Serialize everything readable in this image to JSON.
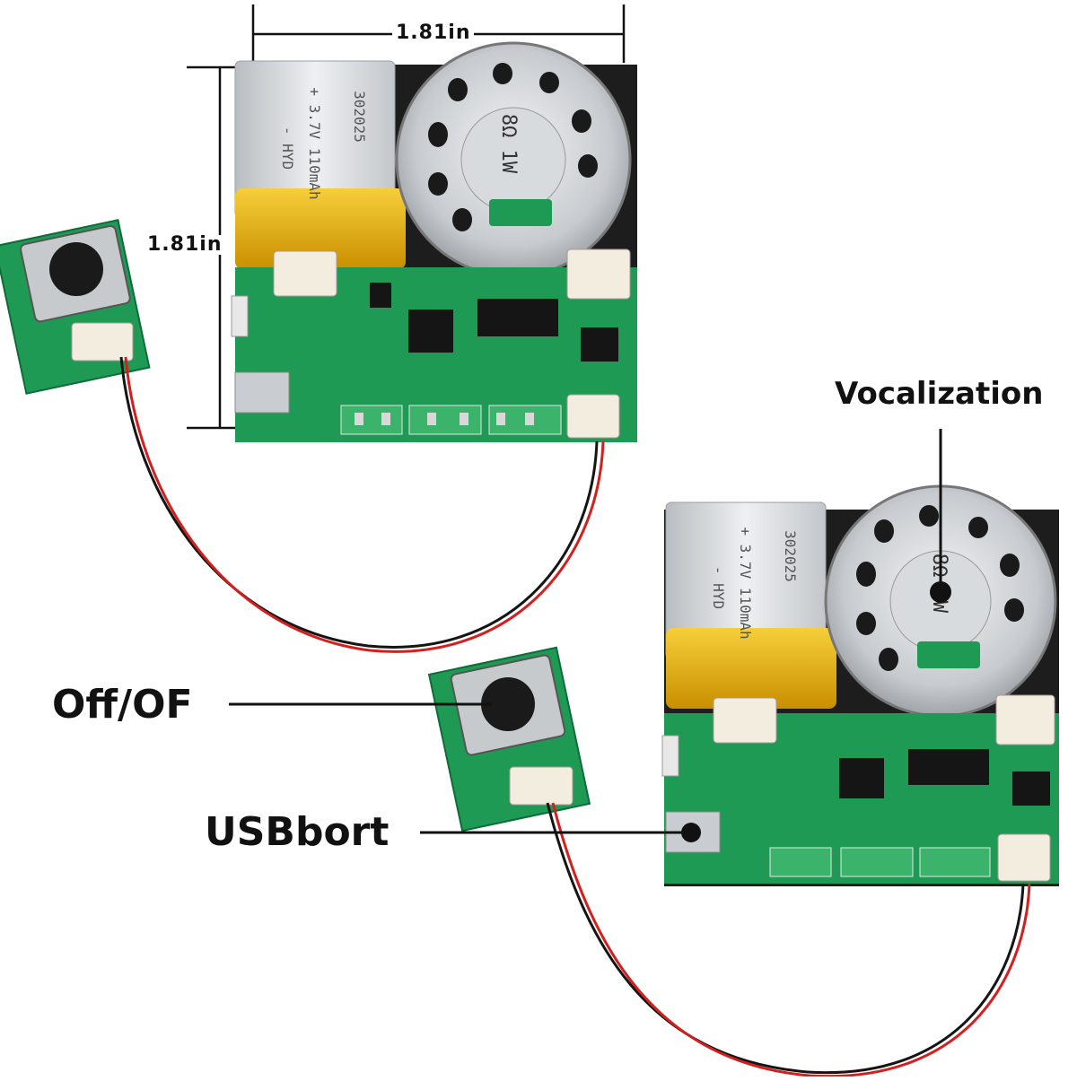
{
  "dimensions": {
    "width_label": "1.81in",
    "height_label": "1.81in"
  },
  "callouts": {
    "vocalization": "Vocalization",
    "off_on": "Off/OF",
    "usb_port": "USBbort"
  },
  "battery": {
    "text_line1": "302025",
    "text_line2": "+ 3.7V 110mAh",
    "text_line3": "- HYD"
  },
  "speaker": {
    "text": "8Ω 1W"
  },
  "colors": {
    "pcb_green": "#1f9a55",
    "battery_silver": "#d9dcdf",
    "battery_yellow": "#e8b400",
    "speaker_metal": "#c8ccd0",
    "wire_red": "#d41f1f",
    "wire_black": "#151515"
  }
}
